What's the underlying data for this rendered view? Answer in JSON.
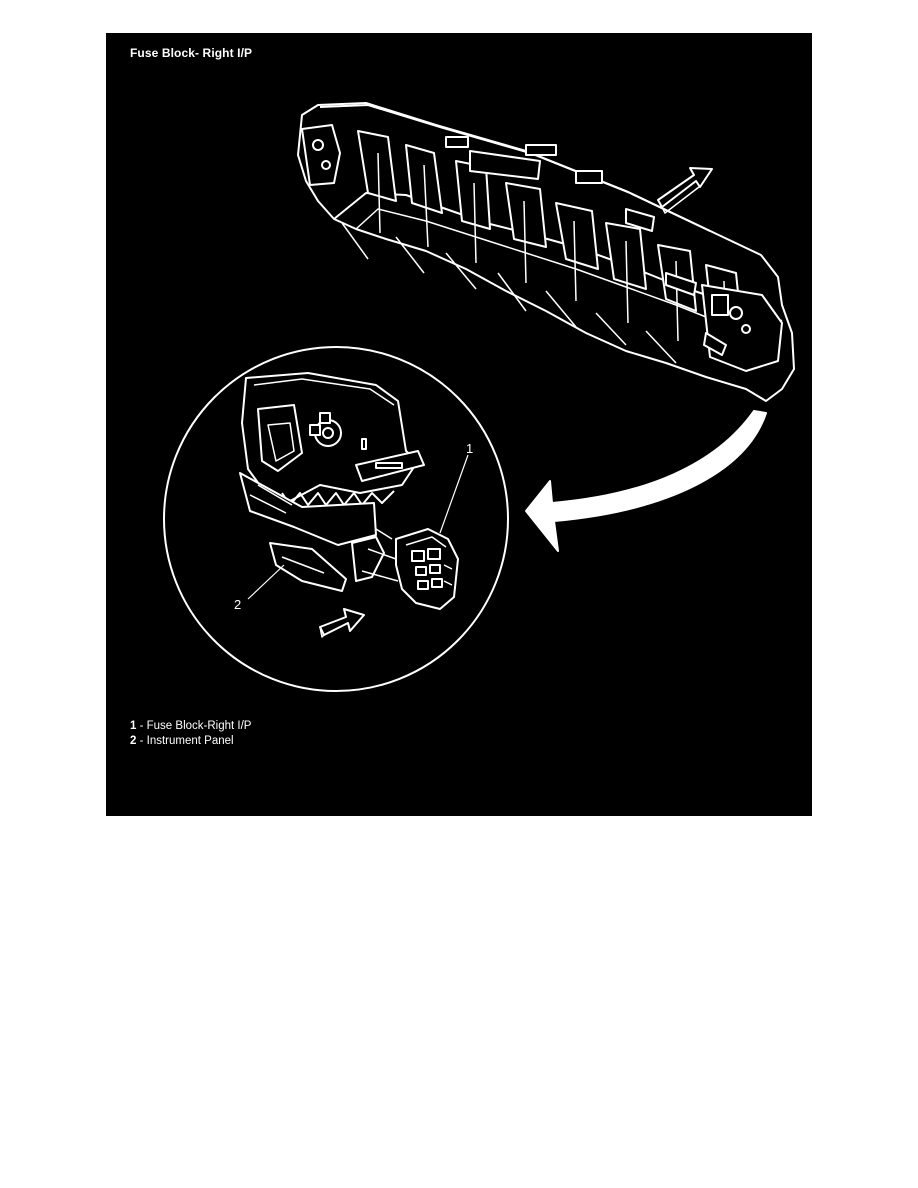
{
  "figure": {
    "title": "Fuse Block- Right I/P",
    "background_color": "#000000",
    "line_color": "#ffffff"
  },
  "callouts": [
    {
      "number": "1",
      "description": "Fuse Block-Right I/P"
    },
    {
      "number": "2",
      "description": "Instrument Panel"
    }
  ],
  "legend": {
    "separator": " - "
  }
}
